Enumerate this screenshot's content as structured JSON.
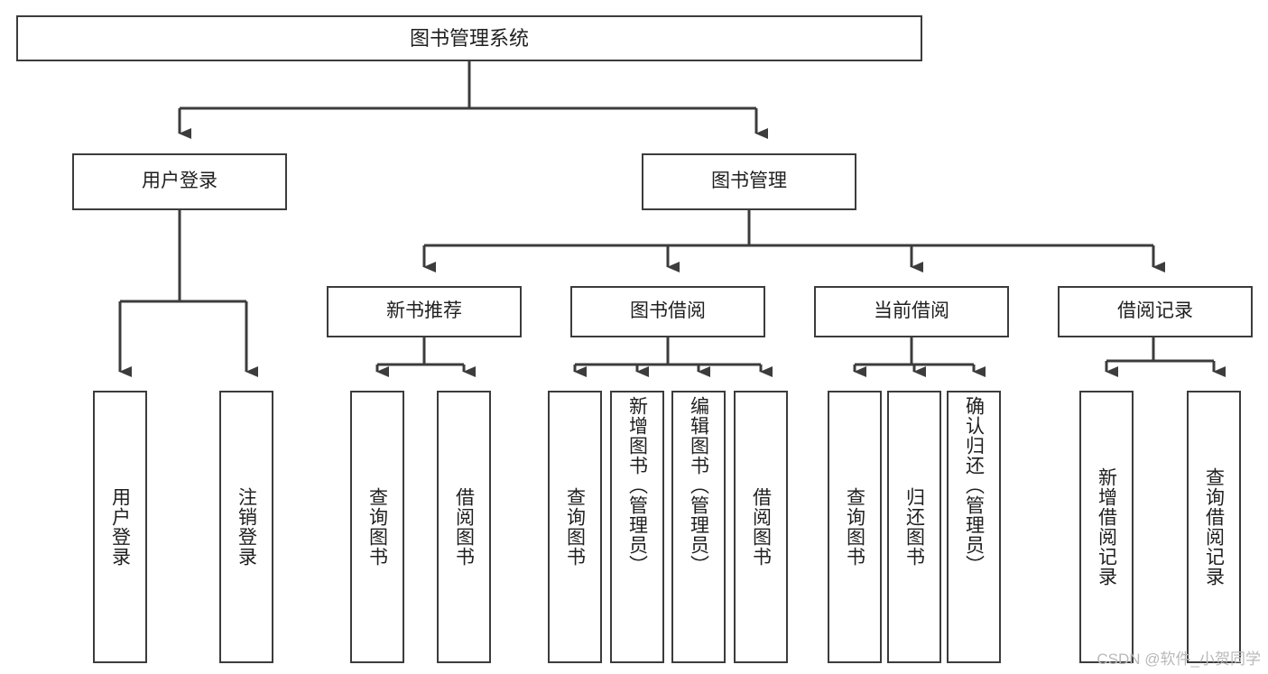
{
  "diagram": {
    "type": "tree",
    "title": "图书管理系统",
    "colors": {
      "box_border": "#3c3c3c",
      "box_fill": "#ffffff",
      "connector": "#3c3c3c",
      "text": "#1f1f1f",
      "watermark": "#b9b9b9",
      "background": "#ffffff"
    },
    "root": {
      "label": "图书管理系统"
    },
    "level2": [
      {
        "label": "用户登录"
      },
      {
        "label": "图书管理"
      }
    ],
    "level3": [
      {
        "label": "新书推荐"
      },
      {
        "label": "图书借阅"
      },
      {
        "label": "当前借阅"
      },
      {
        "label": "借阅记录"
      }
    ],
    "leaves": {
      "user_login": [
        {
          "label": "用户登录"
        },
        {
          "label": "注销登录"
        }
      ],
      "new_book": [
        {
          "label": "查询图书"
        },
        {
          "label": "借阅图书"
        }
      ],
      "book_borrow": [
        {
          "label": "查询图书"
        },
        {
          "label": "新增图书（管理员）"
        },
        {
          "label": "编辑图书（管理员）"
        },
        {
          "label": "借阅图书"
        }
      ],
      "current_borrow": [
        {
          "label": "查询图书"
        },
        {
          "label": "归还图书"
        },
        {
          "label": "确认归还（管理员）"
        }
      ],
      "borrow_record": [
        {
          "label": "新增借阅记录"
        },
        {
          "label": "查询借阅记录"
        }
      ]
    }
  },
  "watermark": {
    "text": "CSDN @软件_小贺同学"
  }
}
